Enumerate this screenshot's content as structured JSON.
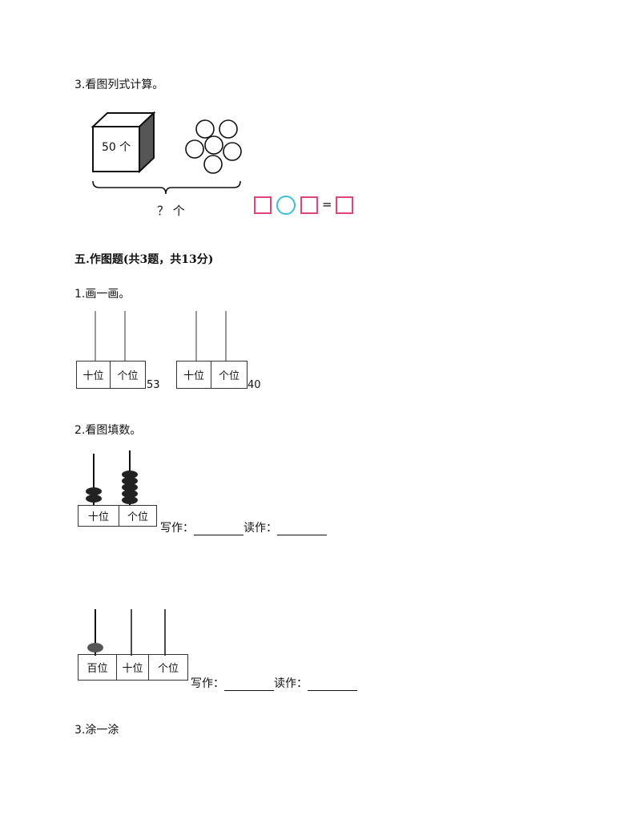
{
  "q3_title": "3.看图列式计算。",
  "cube_label": "50 个",
  "question_label": "？ 个",
  "equals": "=",
  "colors": {
    "box": "#e0447e",
    "circle": "#3bbfd6"
  },
  "section5_title": "五.作图题(共3题，共13分)",
  "q1_title": "1.画一画。",
  "abacus1": {
    "cells": [
      "十位",
      "个位"
    ],
    "number": "53"
  },
  "abacus2": {
    "cells": [
      "十位",
      "个位"
    ],
    "number": "40"
  },
  "q2_title": "2.看图填数。",
  "abacus3": {
    "cells": [
      "十位",
      "个位"
    ],
    "write_label": "写作：",
    "read_label": "读作："
  },
  "abacus4": {
    "cells": [
      "百位",
      "十位",
      "个位"
    ],
    "write_label": "写作：",
    "read_label": "读作："
  },
  "q3b_title": "3.涂一涂"
}
